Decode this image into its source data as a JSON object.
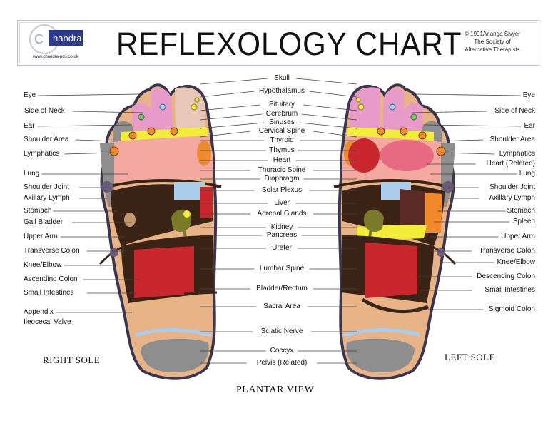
{
  "header": {
    "title": "REFLEXOLOGY CHART",
    "copyright": [
      "© 1991Ananga Sivyer",
      "The Society of",
      "Alternative Therapists"
    ],
    "logo_text": "handra",
    "logo_url": "www.chandra-pds.co.uk"
  },
  "labels": {
    "right_sole": "RIGHT SOLE",
    "left_sole": "LEFT SOLE",
    "plantar_view": "PLANTAR VIEW"
  },
  "left_side_labels": [
    "Eye",
    "Side of Neck",
    "Ear",
    "Shoulder Area",
    "Lymphatics",
    "Lung",
    "Shoulder Joint",
    "Axillary Lymph",
    "Stomach",
    "Gall Bladder",
    "Upper Arm",
    "Transverse Colon",
    "Knee/Elbow",
    "Ascending Colon",
    "Small Intestines",
    "Appendix",
    "Ileocecal Valve"
  ],
  "center_labels": [
    "Skull",
    "Hypothalamus",
    "Pituitary",
    "Cerebrum",
    "Sinuses",
    "Cervical Spine",
    "Thyroid",
    "Thymus",
    "Heart",
    "Thoracic Spine",
    "Diaphragm",
    "Solar Plexus",
    "Liver",
    "Adrenal Glands",
    "Kidney",
    "Pancreas",
    "Ureter",
    "Lumbar Spine",
    "Bladder/Rectum",
    "Sacral Area",
    "Sciatic Nerve",
    "Coccyx",
    "Pelvis (Related)"
  ],
  "right_side_labels": [
    "Eye",
    "Side of Neck",
    "Ear",
    "Shoulder Area",
    "Lymphatics",
    "Heart (Related)",
    "Lung",
    "Shoulder Joint",
    "Axillary Lymph",
    "Stomach",
    "Spleen",
    "Upper Arm",
    "Transverse Colon",
    "Knee/Elbow",
    "Descending Colon",
    "Small Intestines",
    "Sigmoid Colon"
  ],
  "colors": {
    "skin": "#e8b487",
    "outline": "#3a3550",
    "toe_pink": "#e89ac8",
    "red": "#c9262e",
    "dark_brown": "#3b2416",
    "blue": "#a9cdea",
    "grey": "#8e8e8e",
    "olive": "#7a7a2a",
    "yellow": "#f2ec3a",
    "orange": "#f08a2a",
    "salmon": "#f3a8a0"
  }
}
